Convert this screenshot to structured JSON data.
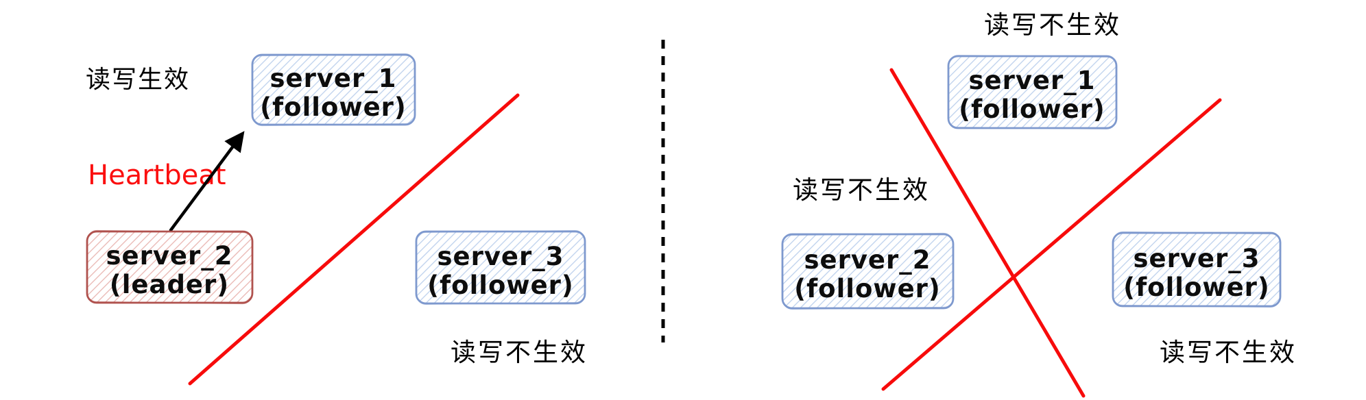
{
  "diagram": {
    "left_panel": {
      "status_ok_label": "读写生效",
      "heartbeat_label": "Heartbeat",
      "status_fail_label": "读写不生效",
      "servers": [
        {
          "name": "server_1",
          "role": "(follower)",
          "type": "follower"
        },
        {
          "name": "server_2",
          "role": "(leader)",
          "type": "leader"
        },
        {
          "name": "server_3",
          "role": "(follower)",
          "type": "follower"
        }
      ]
    },
    "right_panel": {
      "status_fail_top": "读写不生效",
      "status_fail_left": "读写不生效",
      "status_fail_bottom": "读写不生效",
      "servers": [
        {
          "name": "server_1",
          "role": "(follower)",
          "type": "follower"
        },
        {
          "name": "server_2",
          "role": "(follower)",
          "type": "follower"
        },
        {
          "name": "server_3",
          "role": "(follower)",
          "type": "follower"
        }
      ]
    },
    "colors": {
      "follower_stroke": "#7e99ce",
      "follower_hatch": "#bdd1ed",
      "leader_stroke": "#b0524e",
      "leader_hatch": "#e9b6b1",
      "partition_line": "#f70b0b",
      "heartbeat_text": "#fb0f0f",
      "server_text": "#0d0d0d",
      "label_text": "#000000",
      "divider": "#000000",
      "arrow": "#000000"
    }
  }
}
